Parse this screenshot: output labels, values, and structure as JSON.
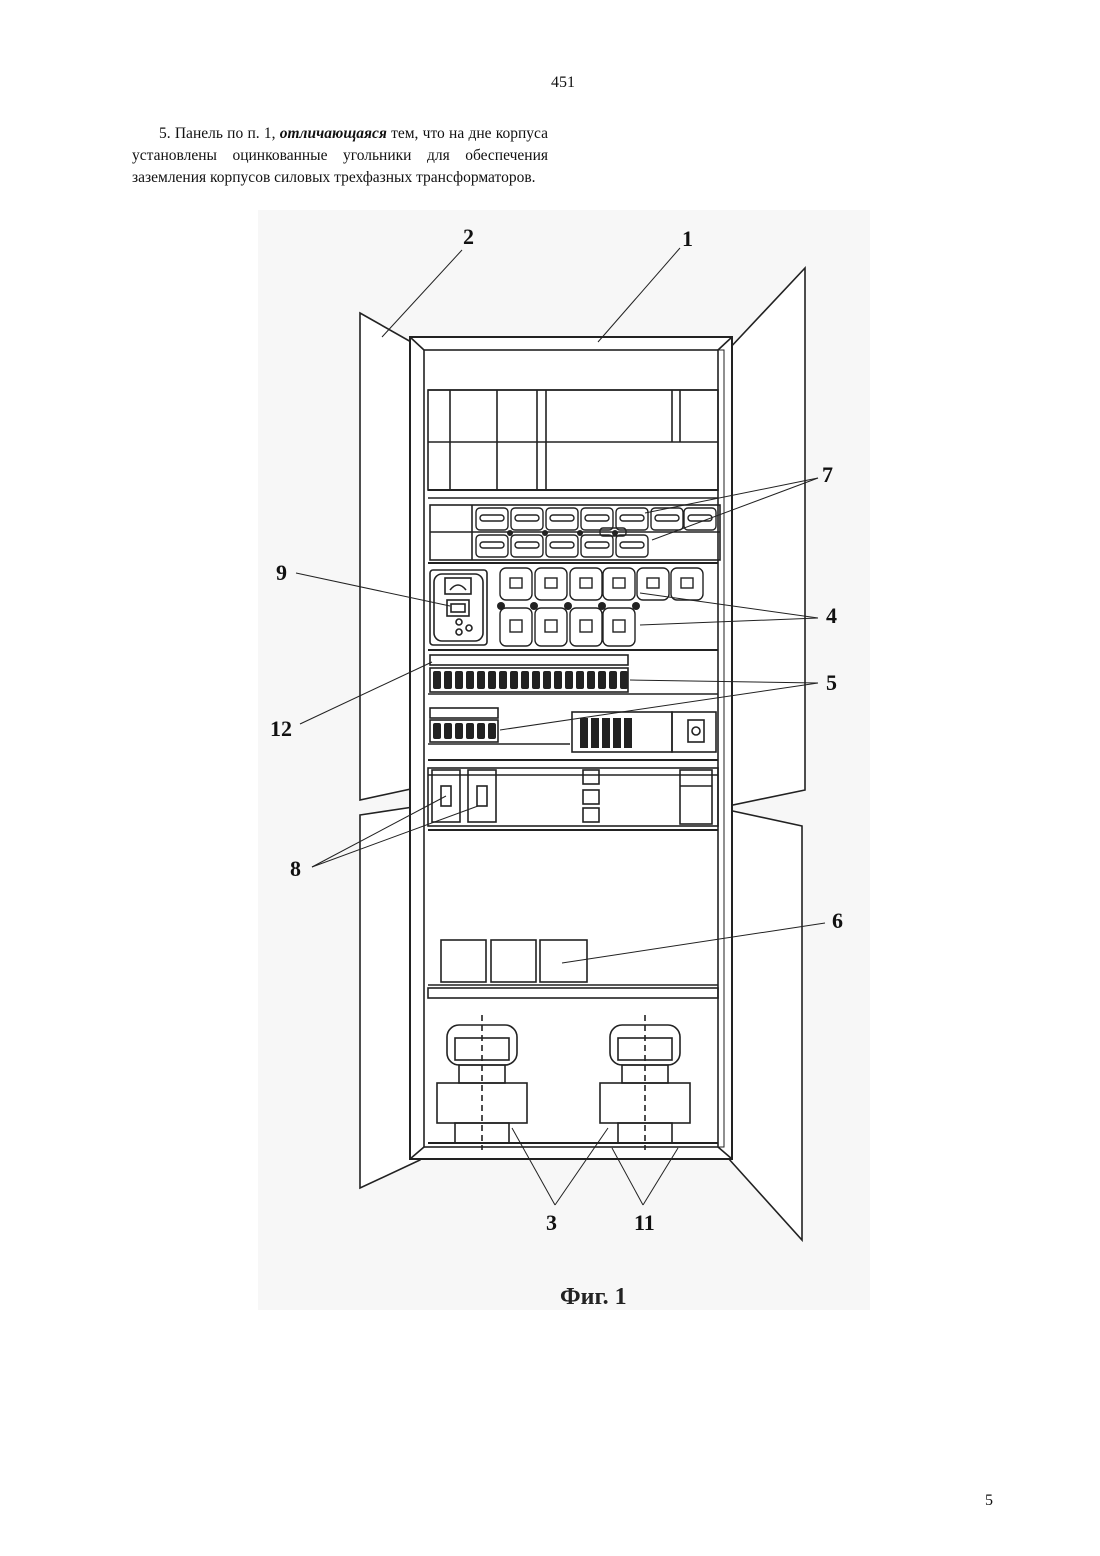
{
  "page": {
    "header_number": "451",
    "footer_number": "5"
  },
  "claim": {
    "prefix": "5. Панель по п. 1, ",
    "emphasis": "отличающаяся",
    "suffix": " тем, что на дне корпуса установлены оцинкованные угольники для обеспечения заземления корпусов силовых трехфазных трансформаторов."
  },
  "figure": {
    "caption": "Фиг. 1",
    "labels": {
      "l1": "1",
      "l2": "2",
      "l3": "3",
      "l4": "4",
      "l5": "5",
      "l6": "6",
      "l7": "7",
      "l8": "8",
      "l9": "9",
      "l11": "11",
      "l12": "12"
    }
  }
}
